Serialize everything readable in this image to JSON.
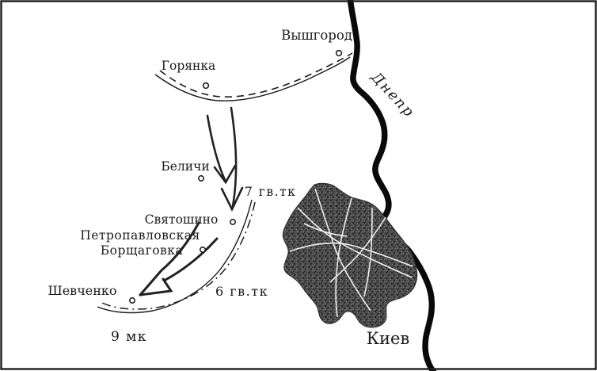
{
  "map": {
    "labels": {
      "vyshgorod": "Вышгород",
      "goryanka": "Горянка",
      "dnepr_river": "Днепр",
      "belichi": "Беличи",
      "svyatoshino": "Святошино",
      "petropavlovskaya": "Петропавловская",
      "borshchagovka": "Борщаговка",
      "shevchenko": "Шевченко",
      "kiev": "Киев",
      "unit_7_gv_tk": "7 гв.тк",
      "unit_6_gv_tk": "6 гв.тк",
      "unit_9_mk": "9 мк"
    },
    "settlements_with_markers": [
      "Вышгород",
      "Горянка",
      "Беличи",
      "Святошино",
      "Петропавловская Борщаговка",
      "Шевченко"
    ],
    "military_units": [
      "7 гв.тк",
      "6 гв.тк",
      "9 мк"
    ],
    "colors": {
      "ink": "#1b1b1b",
      "paper": "#ffffff",
      "river": "#0a0a0a",
      "city_fill_dark": "#2e2e2e",
      "city_fill_mid": "#4c4c4c",
      "city_fill_light": "#6e6e6e",
      "street": "#ffffff"
    }
  }
}
